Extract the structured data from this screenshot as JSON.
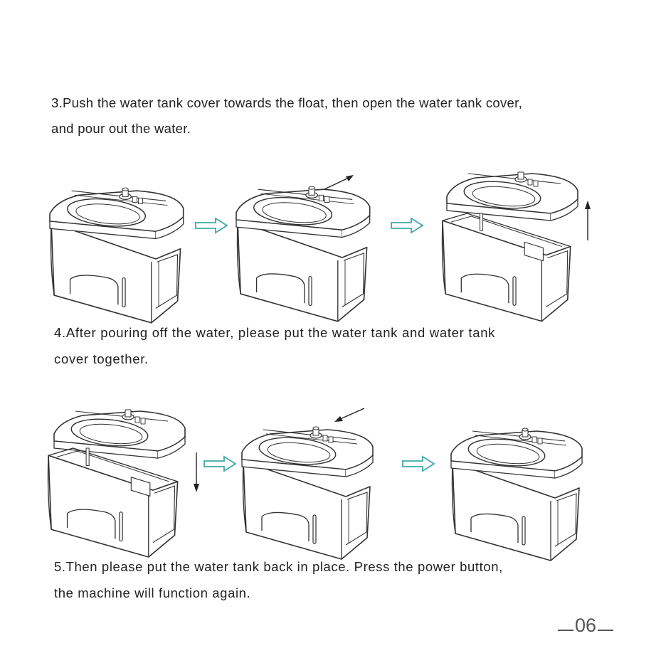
{
  "steps": {
    "step3": {
      "line1": "3.Push the water tank cover towards the float, then open the water tank cover,",
      "line2": "and pour out the water."
    },
    "step4": {
      "line1": "4.After pouring off the water, please put the water tank and water tank",
      "line2": "cover together."
    },
    "step5": {
      "line1": "5.Then please put the water tank back in place. Press the power button,",
      "line2": "the machine will function again."
    }
  },
  "page_number": "06",
  "colors": {
    "arrow_accent": "#3fa9a8",
    "line_art": "#333333"
  }
}
